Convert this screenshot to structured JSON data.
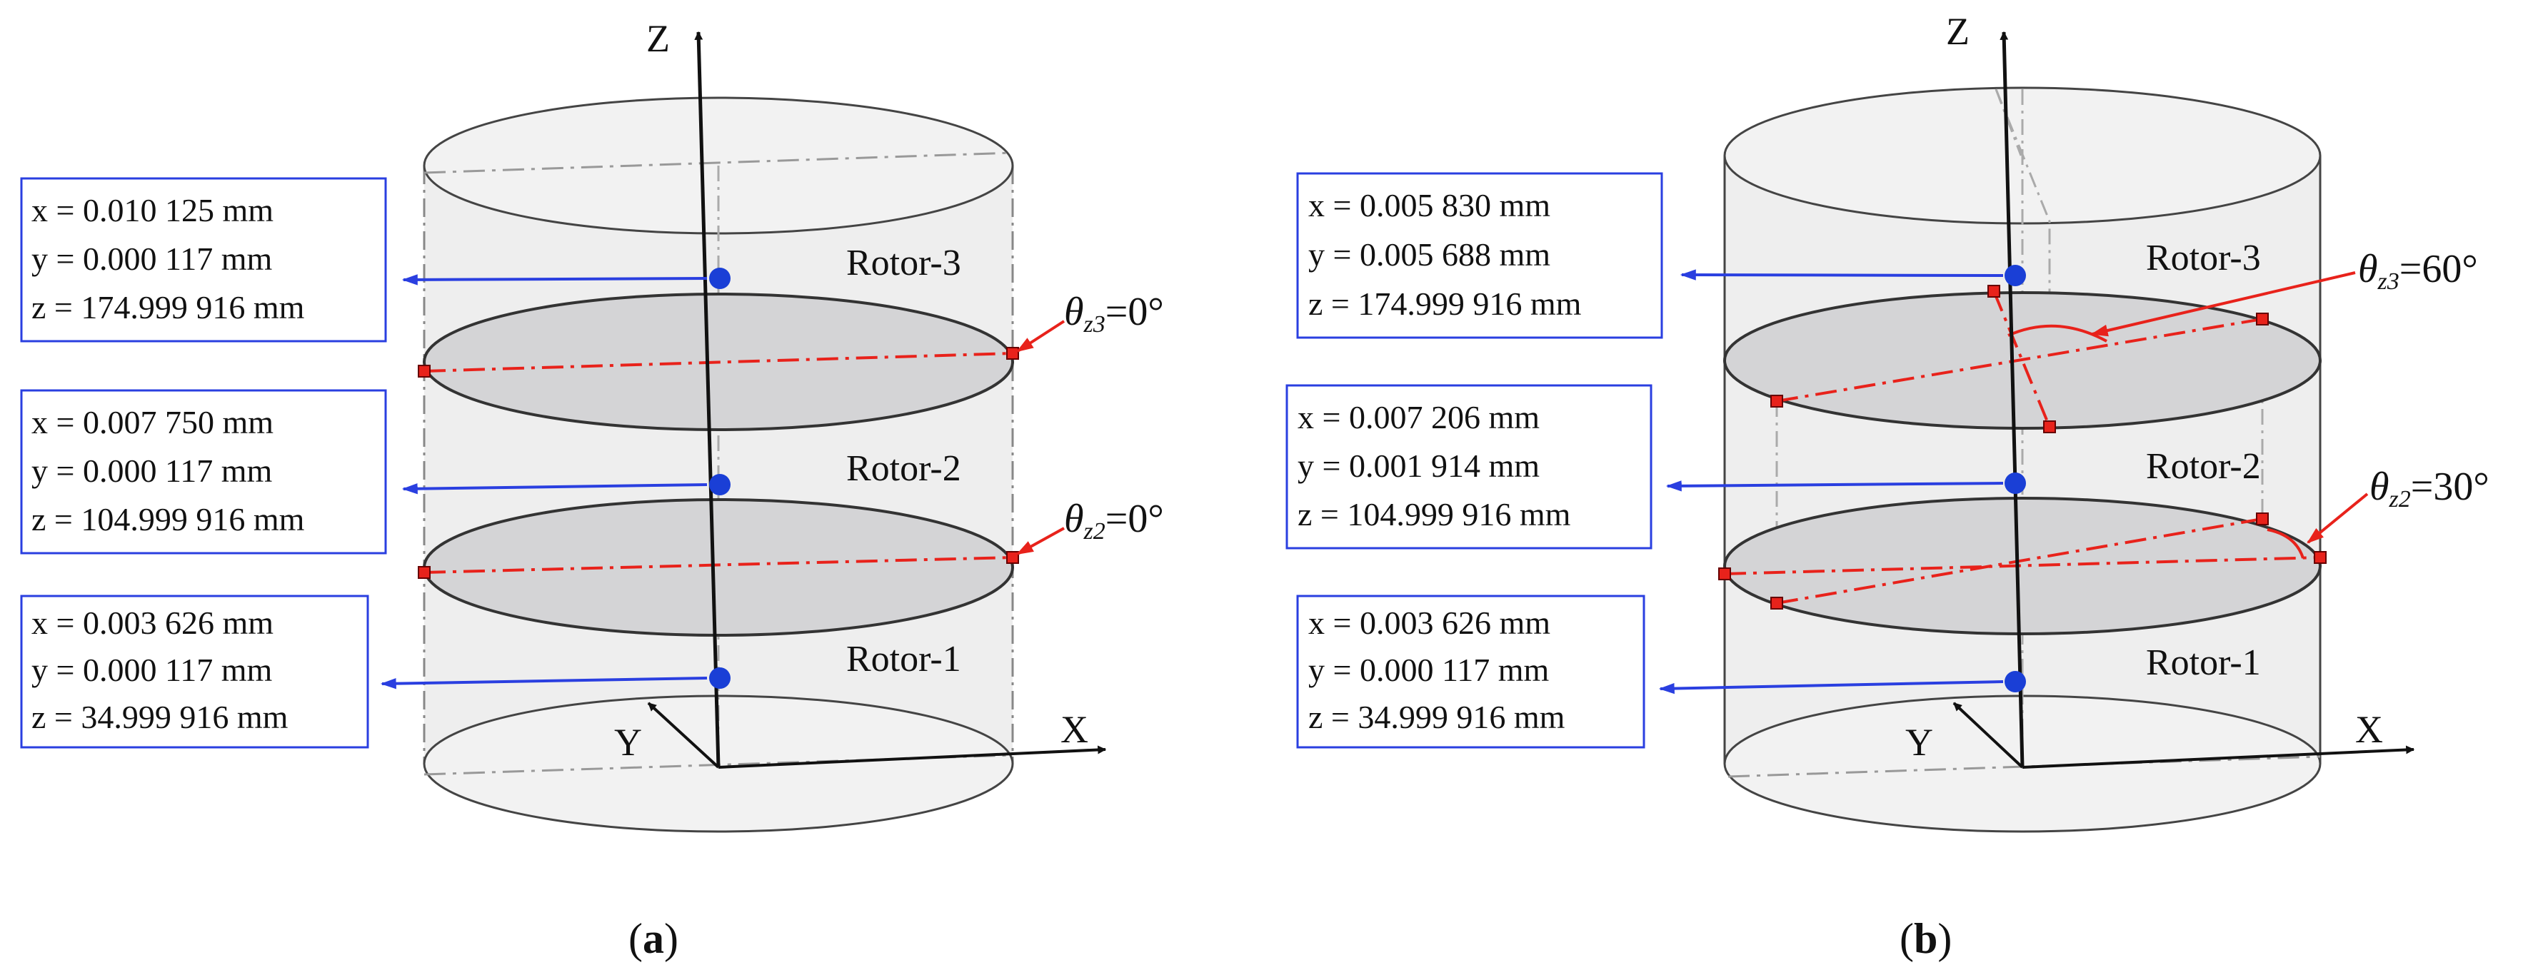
{
  "axes": {
    "z": "Z",
    "x": "X",
    "y": "Y"
  },
  "rotors": {
    "r3": "Rotor-3",
    "r2": "Rotor-2",
    "r1": "Rotor-1"
  },
  "colors": {
    "annotation_blue": "#2a3fe0",
    "marker_red": "#e8221b",
    "center_dot": "#1a3fd6",
    "cylinder_fill": "#eeeeee",
    "disk_fill": "#d4d4d6"
  },
  "panel_a": {
    "caption": {
      "open": "(",
      "letter": "a",
      "close": ")"
    },
    "theta_z3": {
      "symbol": "θ",
      "sub": "z3",
      "value": "=0°"
    },
    "theta_z2": {
      "symbol": "θ",
      "sub": "z2",
      "value": "=0°"
    },
    "rotor3": {
      "x": "x = 0.010 125 mm",
      "y": "y = 0.000 117 mm",
      "z": "z = 174.999 916 mm"
    },
    "rotor2": {
      "x": "x = 0.007 750 mm",
      "y": "y = 0.000 117 mm",
      "z": "z = 104.999 916 mm"
    },
    "rotor1": {
      "x": "x = 0.003 626 mm",
      "y": "y = 0.000 117 mm",
      "z": "z = 34.999 916 mm"
    }
  },
  "panel_b": {
    "caption": {
      "open": "(",
      "letter": "b",
      "close": ")"
    },
    "theta_z3": {
      "symbol": "θ",
      "sub": "z3",
      "value": "=60°"
    },
    "theta_z2": {
      "symbol": "θ",
      "sub": "z2",
      "value": "=30°"
    },
    "rotor3": {
      "x": "x = 0.005 830 mm",
      "y": "y = 0.005 688 mm",
      "z": "z = 174.999 916 mm"
    },
    "rotor2": {
      "x": "x = 0.007 206 mm",
      "y": "y = 0.001 914 mm",
      "z": "z = 104.999 916 mm"
    },
    "rotor1": {
      "x": "x = 0.003 626 mm",
      "y": "y = 0.000 117 mm",
      "z": "z = 34.999 916 mm"
    }
  }
}
